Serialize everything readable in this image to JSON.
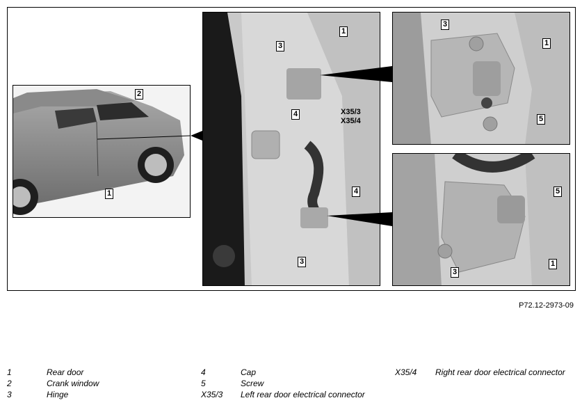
{
  "figure_ref": "P72.12-2973-09",
  "callouts": {
    "car_1": "1",
    "car_2": "2",
    "mid_1": "1",
    "mid_3_top": "3",
    "mid_4_top": "4",
    "mid_x353": "X35/3",
    "mid_x354": "X35/4",
    "mid_4_bottom": "4",
    "mid_3_bottom": "3",
    "tr_3": "3",
    "tr_1": "1",
    "tr_5": "5",
    "br_5": "5",
    "br_3": "3",
    "br_1": "1"
  },
  "legend": [
    {
      "key": "1",
      "label": "Rear door"
    },
    {
      "key": "2",
      "label": "Crank window"
    },
    {
      "key": "3",
      "label": "Hinge"
    },
    {
      "key": "4",
      "label": "Cap"
    },
    {
      "key": "5",
      "label": "Screw"
    },
    {
      "key": "X35/3",
      "label": "Left rear door electrical connector"
    },
    {
      "key": "X35/4",
      "label": "Right rear door electrical connector"
    }
  ]
}
